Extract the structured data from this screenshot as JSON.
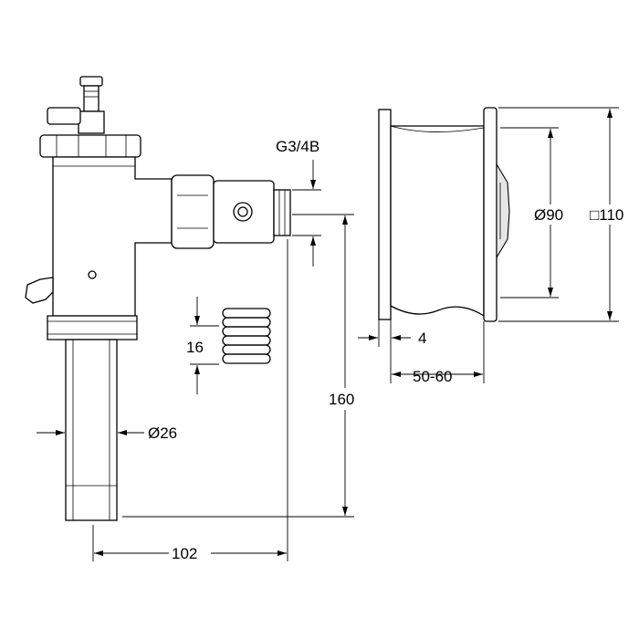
{
  "dimensions": {
    "thread": "G3/4B",
    "plate_diameter": "Ø90",
    "plate_square": "□110",
    "plate_thickness": "4",
    "spring_length": "16",
    "wall_depth": "50-60",
    "height": "160",
    "tube_diameter": "Ø26",
    "width": "102"
  }
}
